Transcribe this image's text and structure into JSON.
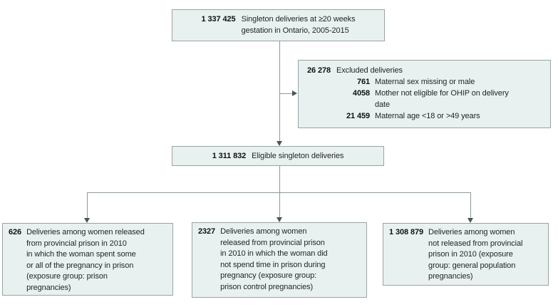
{
  "figure": {
    "type": "flow-diagram",
    "colors": {
      "box_fill": "#e9f1f0",
      "box_border": "#99a3a3",
      "connector_line": "#8e989a",
      "arrowhead": "#4a5659",
      "text": "#1d2323",
      "number_text": "#0c1112",
      "background": "#ffffff"
    },
    "nodes": {
      "total": {
        "number": "1 337 425",
        "label": "Singleton deliveries at ≥20 weeks\ngestation in Ontario, 2005-2015"
      },
      "excluded": {
        "number": "26 278",
        "label": "Excluded deliveries",
        "reasons": [
          {
            "number": "761",
            "label": "Maternal sex missing or male"
          },
          {
            "number": "4058",
            "label": "Mother not eligible for OHIP on delivery\ndate"
          },
          {
            "number": "21 459",
            "label": "Maternal age <18 or >49 years"
          }
        ]
      },
      "eligible": {
        "number": "1 311 832",
        "label": "Eligible singleton deliveries"
      },
      "prison_pregnancies": {
        "number": "626",
        "label": "Deliveries among women released\nfrom provincial prison in 2010\nin which the woman spent some\nor all of the pregnancy in prison\n(exposure group: prison\npregnancies)"
      },
      "prison_control_pregnancies": {
        "number": "2327",
        "label": "Deliveries among women\nreleased from provincial prison\nin 2010 in which the woman did\nnot spend time in prison during\npregnancy (exposure group:\nprison control pregnancies)"
      },
      "general_population_pregnancies": {
        "number": "1 308 879",
        "label": "Deliveries among women\nnot released from provincial\nprison in 2010 (exposure\ngroup: general population\npregnancies)"
      }
    }
  }
}
